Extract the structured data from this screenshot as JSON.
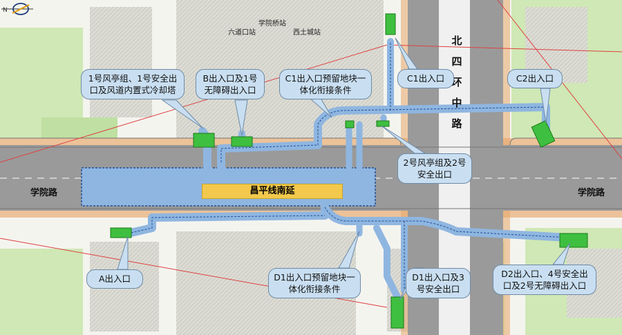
{
  "map": {
    "roads": {
      "west_label": "学院路",
      "east_label": "学院路",
      "ns_road_chars": [
        "北",
        "四",
        "环",
        "中",
        "路"
      ]
    },
    "station_line": "昌平线南延",
    "nearby_labels": {
      "xueyuanqiao": "学院桥站",
      "liudaokou": "六道口站",
      "xituucheng": "西土城站"
    },
    "callouts": {
      "fengting1": "1号风亭组、1号安全出口及风道内置式冷却塔",
      "b_exit": "B出入口及1号无障碍出入口",
      "c1_reserved": "C1出入口预留地块一体化衔接条件",
      "c1_exit": "C1出入口",
      "c2_exit": "C2出入口",
      "fengting2": "2号风亭组及2号安全出口",
      "a_exit": "A出入口",
      "d1_reserved": "D1出入口预留地块一体化衔接条件",
      "d1_exit": "D1出入口及3号安全出口",
      "d2_exit": "D2出入口、4号安全出口及2号无障碍出入口"
    },
    "colors": {
      "road": "#9a9a9a",
      "road_edge": "#757575",
      "passage": "#8fb6e0",
      "passage_dash": "#1f4f9a",
      "station_box": "#f2c94c",
      "green_space": "#cfe8b5",
      "exit_green": "#3fbf3f",
      "callout_bg": "#c9dff1",
      "building": "#d8d8d2",
      "sidewalk": "#e8a76a"
    },
    "icons": [
      "compass-icon"
    ]
  }
}
